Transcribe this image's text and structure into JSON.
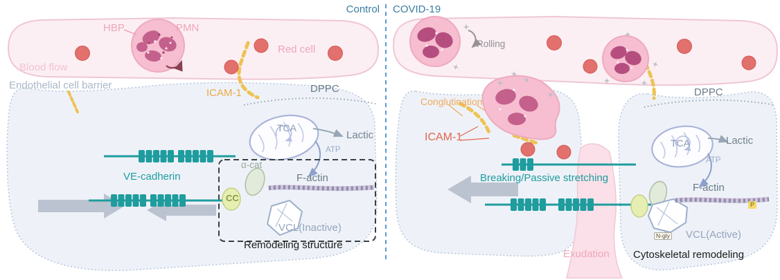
{
  "figure": {
    "panels": {
      "left_title": "Control",
      "right_title": "COVID-19"
    }
  },
  "left": {
    "hbp": "HBP",
    "pmn": "PMN",
    "red_cell": "Red cell",
    "blood_flow": "Blood flow",
    "endothelial_barrier": "Endothelial cell barrier",
    "icam1": "ICAM-1",
    "dppc": "DPPC",
    "tca": "TCA",
    "lactic": "Lactic",
    "atp": "ATP",
    "ve_cadherin": "VE-cadherin",
    "alpha_cat": "α-cat",
    "cc": "CC",
    "f_actin": "F-actin",
    "vcl_inactive": "VCL(Inactive)",
    "remodeling_structure": "Remodeling structure"
  },
  "right": {
    "rolling": "Rolling",
    "conglutination": "Conglutination",
    "icam1": "ICAM-1",
    "dppc": "DPPC",
    "tca": "TCA",
    "lactic": "Lactic",
    "atp": "ATP",
    "breaking_passive_stretching": "Breaking/Passive stretching",
    "f_actin": "F-actin",
    "phospho_tag": "P",
    "n_gly_tag": "N-gly",
    "vcl_active": "VCL(Active)",
    "exudation": "Exudation",
    "cytoskeletal_remodeling": "Cytoskeletal remodeling"
  },
  "colors": {
    "panel_title": "#3a7da0",
    "divider": "#5b9bd5",
    "teal": "#1f9c9e",
    "pink_label": "#eba6bb",
    "light_pink_label": "#f2c3d2",
    "gray_label": "#6b7a88",
    "light_gray_label": "#a9b6c9",
    "mito_gray": "#8a9ab5",
    "atp_gray": "#9aabc9",
    "orange": "#e9a94a",
    "orange_light": "#f2a95c",
    "red_orange": "#e2654d",
    "vcl_gray": "#94a5bb",
    "black": "#1b1b1b",
    "vessel_fill": "#fceff3",
    "cell_fill": "#eef2f8",
    "red_cell_fill": "#e2706c",
    "pmn_fill": "#f6bed0",
    "nucleus_fill": "#c4608c",
    "icam_dash": "#eec254",
    "arrow_gray": "#bcc3d0"
  }
}
